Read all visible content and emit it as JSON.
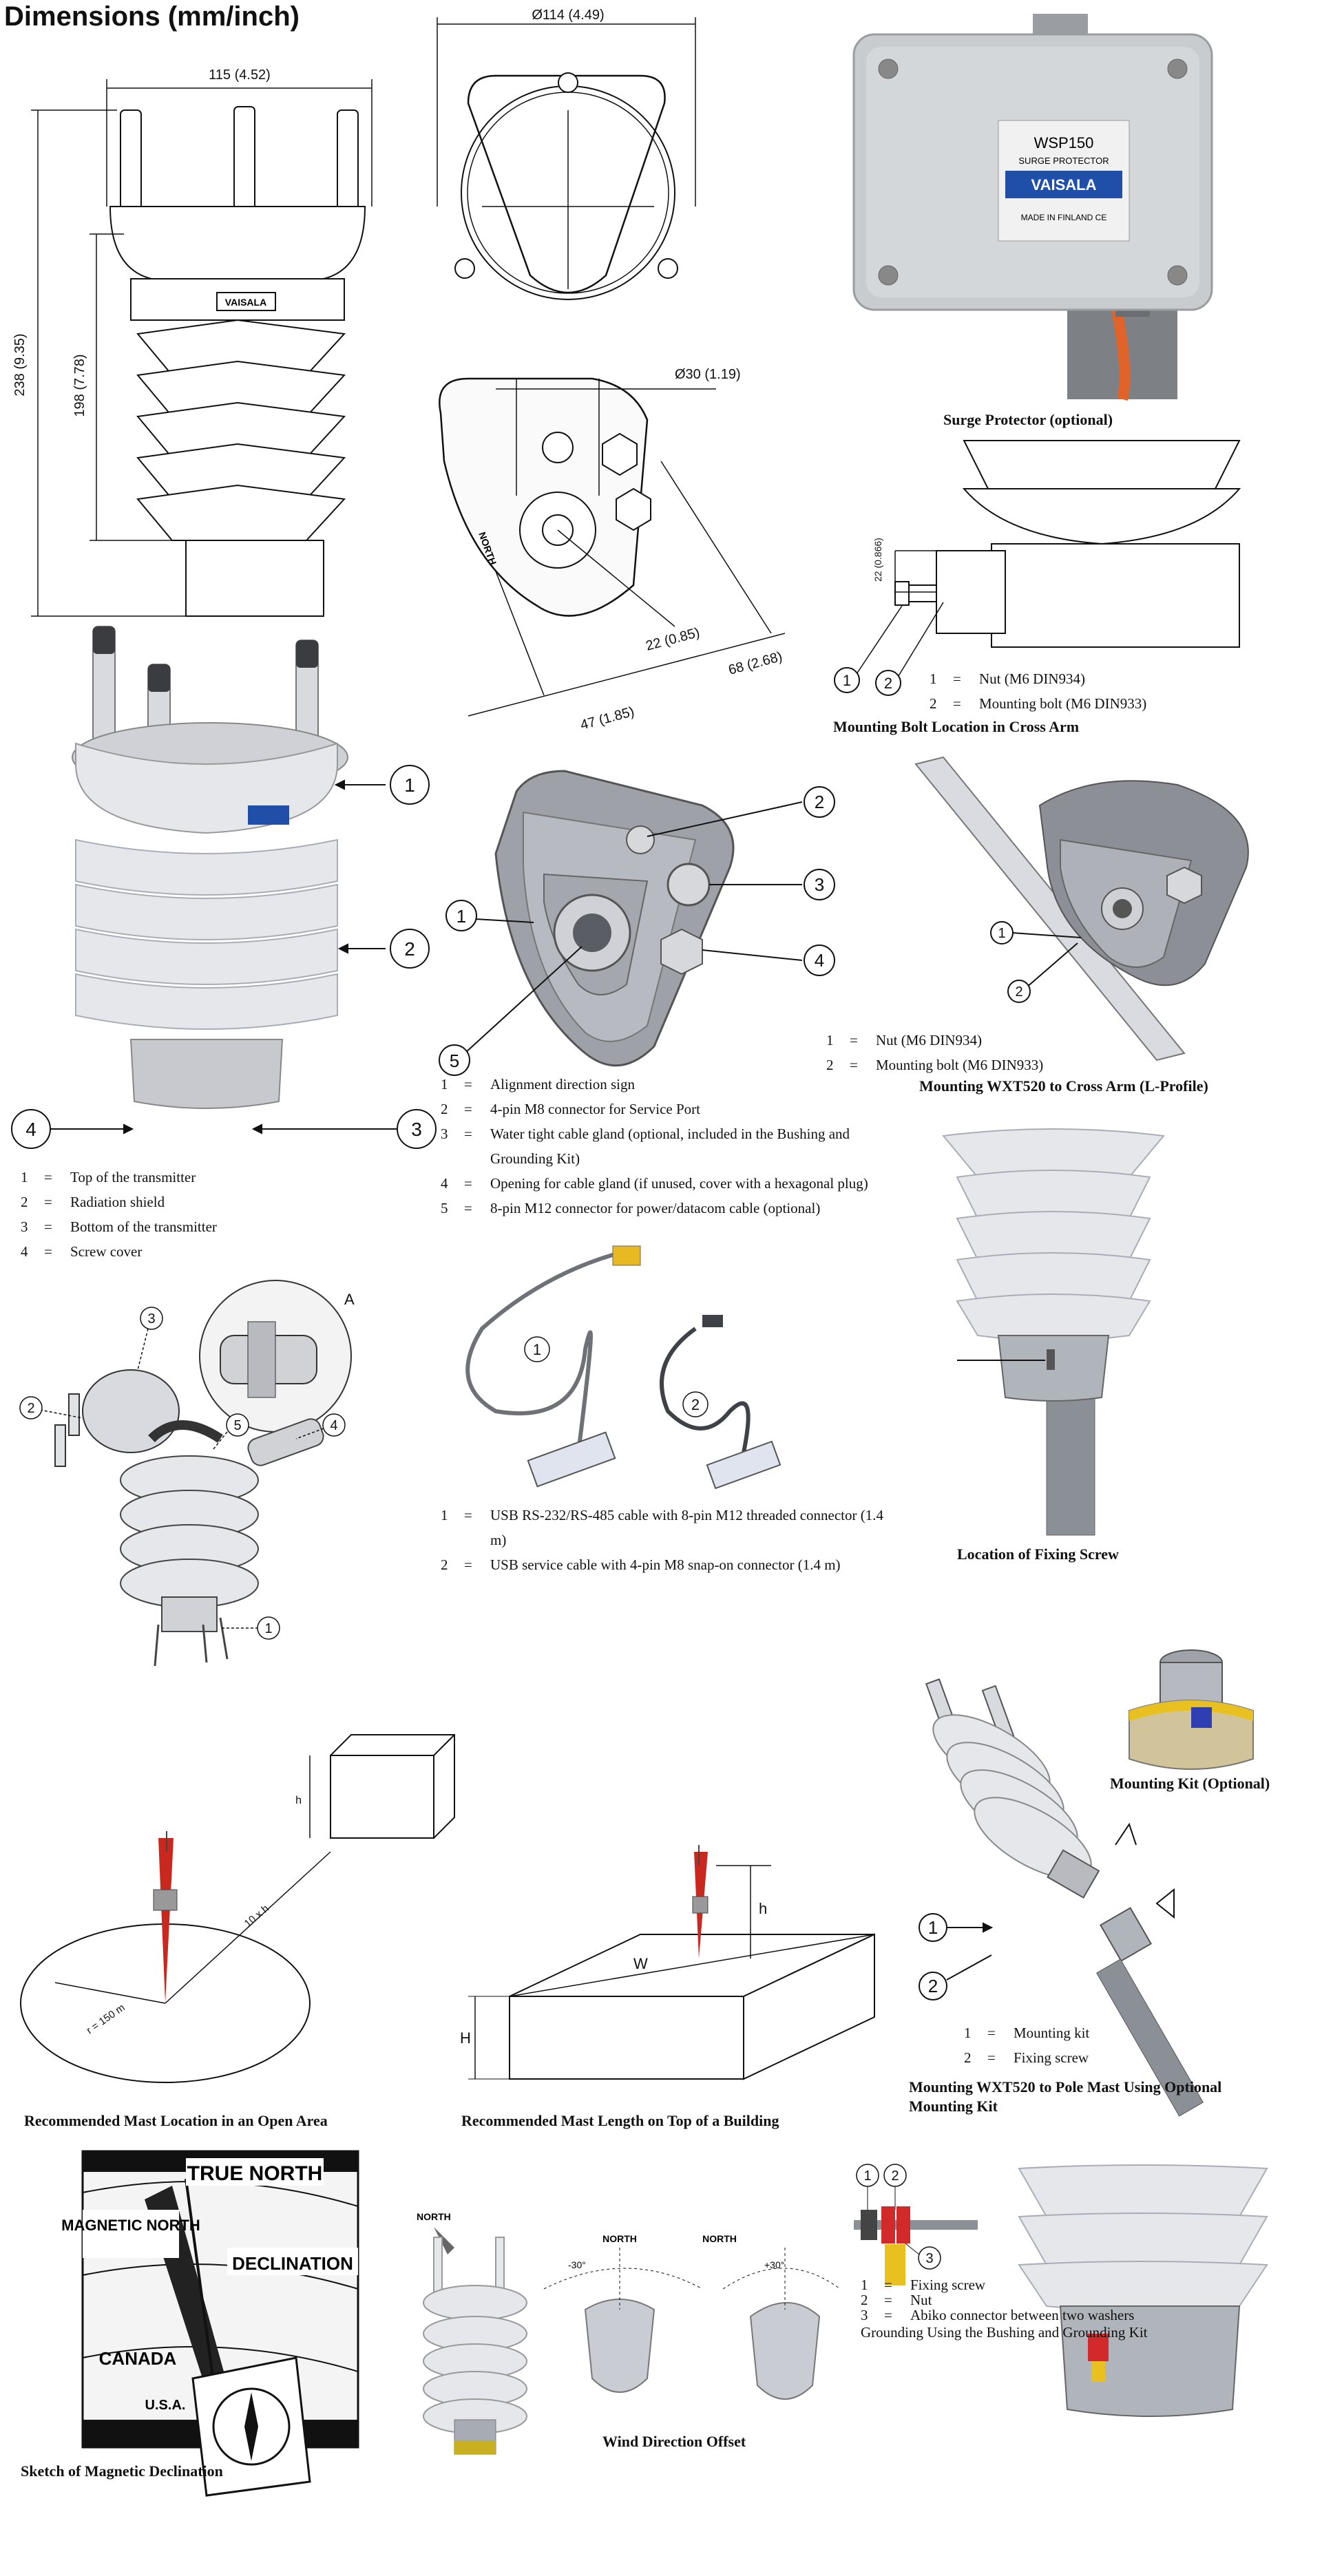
{
  "page_title": "Dimensions (mm/inch)",
  "dimensions": {
    "width_115": "115 (4.52)",
    "height_238": "238 (9.35)",
    "height_198": "198 (7.78)",
    "dia_114": "Ø114 (4.49)",
    "dia_30": "Ø30 (1.19)",
    "d22": "22 (0.85)",
    "d68": "68 (2.68)",
    "d47": "47 (1.85)",
    "d22b": "22 (0.866)"
  },
  "sensor_brand": "VAISALA",
  "surge": {
    "label_model": "WSP150",
    "label_sub": "SURGE PROTECTOR",
    "label_brand": "VAISALA",
    "label_made": "MADE IN FINLAND CE",
    "caption": "Surge Protector (optional)"
  },
  "mount_bolt": {
    "caption": "Mounting Bolt Location in Cross Arm",
    "legend": [
      {
        "n": "1",
        "t": "Nut (M6 DIN934)"
      },
      {
        "n": "2",
        "t": "Mounting bolt (M6 DIN933)"
      }
    ]
  },
  "transmitter": {
    "legend": [
      {
        "n": "1",
        "t": "Top of the transmitter"
      },
      {
        "n": "2",
        "t": "Radiation shield"
      },
      {
        "n": "3",
        "t": "Bottom of the transmitter"
      },
      {
        "n": "4",
        "t": "Screw cover"
      }
    ]
  },
  "bottom_view": {
    "legend": [
      {
        "n": "1",
        "t": "Alignment direction sign"
      },
      {
        "n": "2",
        "t": "4-pin M8 connector for Service Port"
      },
      {
        "n": "3",
        "t": "Water tight cable gland (optional, included in the Bushing and Grounding Kit)"
      },
      {
        "n": "4",
        "t": "Opening for cable gland (if unused, cover with a hexagonal plug)"
      },
      {
        "n": "5",
        "t": "8-pin M12 connector for power/datacom cable (optional)"
      }
    ]
  },
  "cross_arm": {
    "legend": [
      {
        "n": "1",
        "t": "Nut (M6 DIN934)"
      },
      {
        "n": "2",
        "t": "Mounting bolt (M6 DIN933)"
      }
    ],
    "caption": "Mounting WXT520 to Cross Arm (L-Profile)"
  },
  "cables": {
    "legend": [
      {
        "n": "1",
        "t": "USB RS-232/RS-485 cable with 8-pin M12 threaded connector (1.4 m)"
      },
      {
        "n": "2",
        "t": "USB service cable with 4-pin M8 snap-on connector (1.4 m)"
      }
    ]
  },
  "fixing_screw": {
    "caption": "Location of Fixing Screw"
  },
  "mounting_kit": {
    "caption": "Mounting Kit (Optional)"
  },
  "open_area": {
    "caption": "Recommended Mast Location in an Open Area",
    "r_label": "r = 150 m",
    "dist_label": "10 x h",
    "h_label": "h"
  },
  "building": {
    "caption": "Recommended Mast Length on Top of a Building",
    "h_label": "h",
    "W_label": "W",
    "H_label": "H"
  },
  "pole_mast": {
    "legend": [
      {
        "n": "1",
        "t": "Mounting kit"
      },
      {
        "n": "2",
        "t": "Fixing screw"
      }
    ],
    "caption": "Mounting WXT520 to Pole Mast Using Optional Mounting Kit"
  },
  "declination": {
    "caption": "Sketch of Magnetic Declination",
    "true_north": "TRUE NORTH",
    "magnetic_north": "MAGNETIC NORTH",
    "declination": "DECLINATION",
    "canada": "CANADA",
    "usa": "U.S.A."
  },
  "wind_offset": {
    "caption": "Wind Direction Offset",
    "north": "NORTH",
    "minus30": "-30°",
    "plus30": "+30°"
  },
  "grounding": {
    "legend": [
      {
        "n": "1",
        "t": "Fixing screw"
      },
      {
        "n": "2",
        "t": "Nut"
      },
      {
        "n": "3",
        "t": "Abiko connector between two washers"
      }
    ],
    "caption": "Grounding Using the Bushing and Grounding Kit"
  },
  "callout_A": "A",
  "colors": {
    "shield": "#e6e7ea",
    "shield_shadow": "#a9adb8",
    "box": "#c9ccce",
    "label_blue": "#1f4fa8",
    "cable_orange": "#e0642a",
    "mast_red": "#c8281e",
    "yellow": "#e8c020"
  }
}
